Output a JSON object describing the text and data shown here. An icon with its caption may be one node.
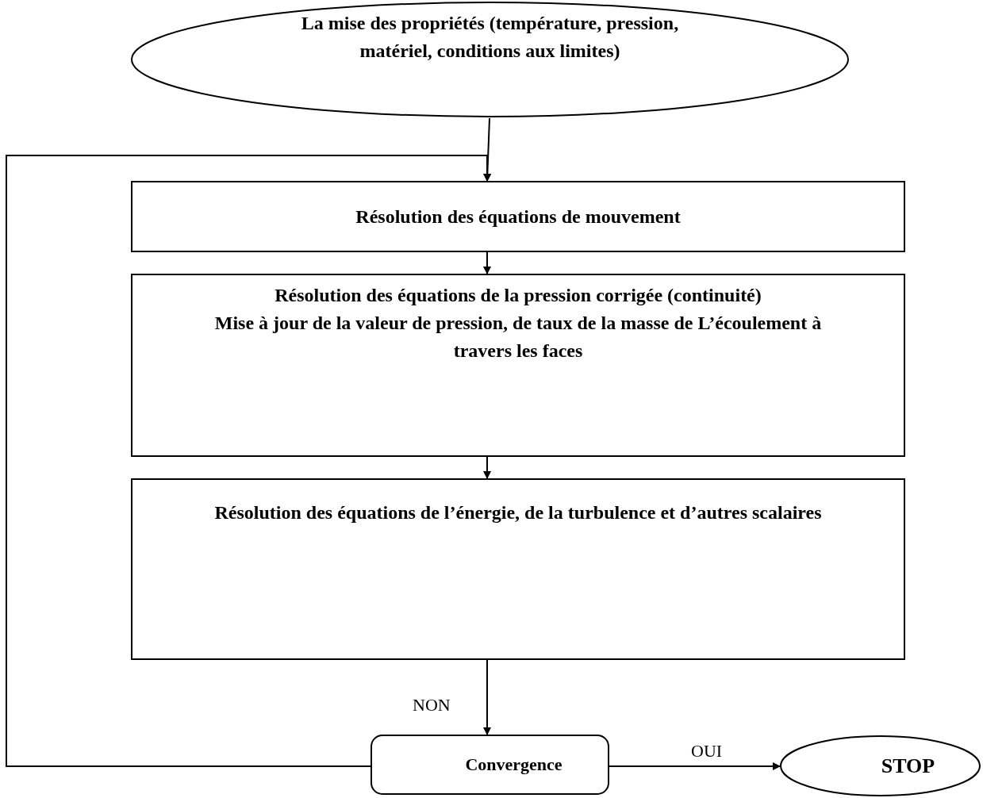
{
  "diagram": {
    "nodes": [
      {
        "text": [
          "La mise des propriétés (température, pression, matériel, conditions aux limites)"
        ]
      },
      {
        "text": [
          "Résolution des équations de mouvement"
        ]
      },
      {
        "text": [
          "Résolution des équations de la pression corrigée (continuité)",
          "Mise à jour de la valeur de pression, de taux de la masse de L’écoulement à travers les faces"
        ]
      },
      {
        "text": [
          "Résolution des équations de l’énergie, de la turbulence et d’autres scalaires"
        ]
      },
      {
        "text": [
          "Convergence"
        ]
      },
      {
        "text": [
          "STOP"
        ]
      }
    ],
    "edges": [
      {
        "from": 0,
        "to": 1,
        "arrow": "to"
      },
      {
        "from": 1,
        "to": 2,
        "arrow": "to"
      },
      {
        "from": 2,
        "to": 3,
        "arrow": "to"
      },
      {
        "from": 3,
        "to": 4,
        "arrow": "to",
        "label": "NON"
      },
      {
        "from": 4,
        "to": 5,
        "arrow": "to",
        "label": "OUI"
      },
      {
        "from": 4,
        "to": 1,
        "arrow": "to"
      }
    ]
  }
}
